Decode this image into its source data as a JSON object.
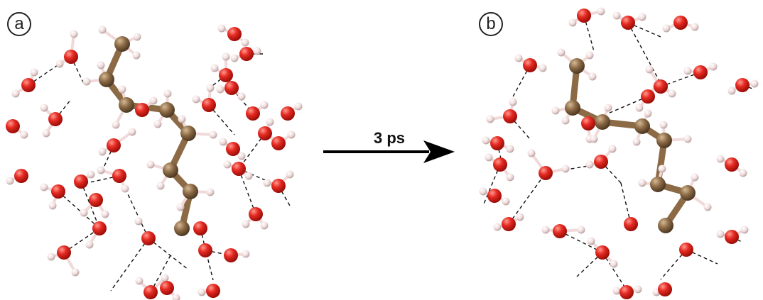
{
  "panels": [
    {
      "label": "a"
    },
    {
      "label": "b"
    }
  ],
  "arrow": {
    "label": "3 ps"
  },
  "colors": {
    "oxygen": "#e0201e",
    "hydrogen": "#f1d9d9",
    "carbon": "#8b6a45",
    "hbond": "#111111",
    "arrow": "#000000"
  }
}
